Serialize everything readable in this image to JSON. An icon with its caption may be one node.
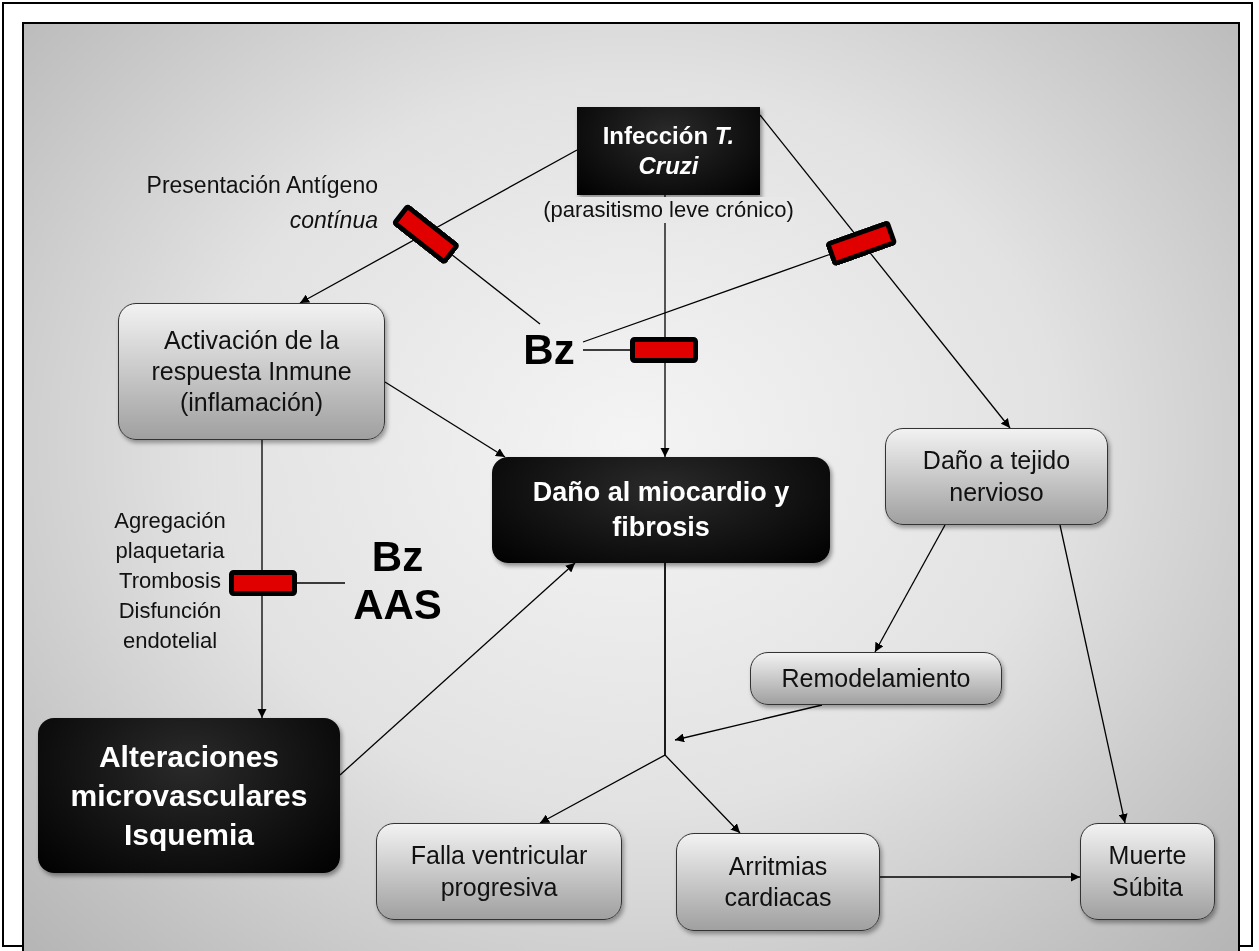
{
  "diagram": {
    "nodes": [
      {
        "text": [
          "Infección *T. Cruzi*"
        ],
        "beside": [
          "(parasitismo leve crónico)"
        ]
      },
      {
        "text": [
          "Activación de la respuesta Inmune (inflamación)"
        ]
      },
      {
        "text": [
          "Daño al miocardio y fibrosis"
        ]
      },
      {
        "text": [
          "Daño a tejido nervioso"
        ]
      },
      {
        "text": [
          "Alteraciones microvasculares Isquemia"
        ]
      },
      {
        "text": [
          "Remodelamiento"
        ]
      },
      {
        "text": [
          "Falla ventricular progresiva"
        ]
      },
      {
        "text": [
          "Arritmias cardiacas"
        ]
      },
      {
        "text": [
          "Muerte Súbita"
        ]
      },
      {
        "text": [
          "Bz"
        ]
      },
      {
        "text": [
          "Bz AAS"
        ]
      }
    ],
    "edges": [
      {
        "from": 0,
        "to": 1,
        "arrow": "to"
      },
      {
        "from": 0,
        "to": 2,
        "arrow": "to"
      },
      {
        "from": 0,
        "to": 3,
        "arrow": "to"
      },
      {
        "from": 1,
        "to": 2,
        "arrow": "to"
      },
      {
        "from": 1,
        "to": 4,
        "arrow": "to"
      },
      {
        "from": 4,
        "to": 2,
        "arrow": "to"
      },
      {
        "from": 2,
        "to": 6,
        "arrow": "to"
      },
      {
        "from": 2,
        "to": 7,
        "arrow": "to"
      },
      {
        "from": 5,
        "to": null,
        "arrow": "to"
      },
      {
        "from": 3,
        "to": 5,
        "arrow": "to"
      },
      {
        "from": 3,
        "to": 8,
        "arrow": "to"
      },
      {
        "from": 7,
        "to": 8,
        "arrow": "to"
      },
      {
        "from": 9,
        "to": null,
        "arrow": "other"
      },
      {
        "from": 9,
        "to": null,
        "arrow": "other"
      },
      {
        "from": 9,
        "to": null,
        "arrow": "other"
      },
      {
        "from": 10,
        "to": null,
        "arrow": "other"
      }
    ],
    "labels": [
      "Presentación Antígeno *contínua*",
      "Agregación plaquetaria Trombosis Disfunción endotelial"
    ]
  }
}
